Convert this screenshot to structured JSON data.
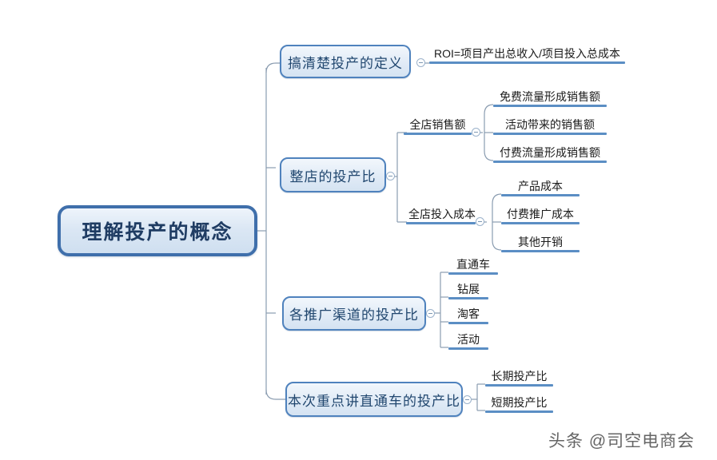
{
  "diagram": {
    "type": "mind-map",
    "root": {
      "label": "理解投产的概念"
    },
    "branches": [
      {
        "label": "搞清楚投产的定义",
        "children": [
          {
            "label": "ROI=项目产出总收入/项目投入总成本"
          }
        ]
      },
      {
        "label": "整店的投产比",
        "children": [
          {
            "label": "全店销售额",
            "children": [
              {
                "label": "免费流量形成销售额"
              },
              {
                "label": "活动带来的销售额"
              },
              {
                "label": "付费流量形成销售额"
              }
            ]
          },
          {
            "label": "全店投入成本",
            "children": [
              {
                "label": "产品成本"
              },
              {
                "label": "付费推广成本"
              },
              {
                "label": "其他开销"
              }
            ]
          }
        ]
      },
      {
        "label": "各推广渠道的投产比",
        "children": [
          {
            "label": "直通车"
          },
          {
            "label": "钻展"
          },
          {
            "label": "淘客"
          },
          {
            "label": "活动"
          }
        ]
      },
      {
        "label": "本次重点讲直通车的投产比",
        "children": [
          {
            "label": "长期投产比"
          },
          {
            "label": "短期投产比"
          }
        ]
      }
    ]
  },
  "watermark": {
    "text": "头条 @司空电商会"
  },
  "colors": {
    "root_border": "#3f6fab",
    "node_border": "#4f82bd",
    "underline": "#5b8ec4",
    "connector": "#8a9cb0",
    "root_text": "#1f3c63",
    "node_text": "#21476f",
    "leaf_text": "#1b1b1b",
    "background": "#ffffff"
  }
}
